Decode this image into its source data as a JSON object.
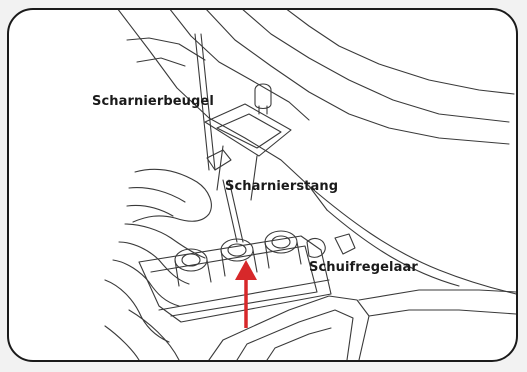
{
  "labels": {
    "beugel": "Scharnierbeugel",
    "stang": "Scharnierstang",
    "regelaar": "Schuifregelaar"
  },
  "colors": {
    "frame": "#1a1a1a",
    "lines": "#3a3a3a",
    "arrow": "#d7282a",
    "background": "#ffffff"
  },
  "icons": {
    "direction": "arrow-up-icon"
  }
}
